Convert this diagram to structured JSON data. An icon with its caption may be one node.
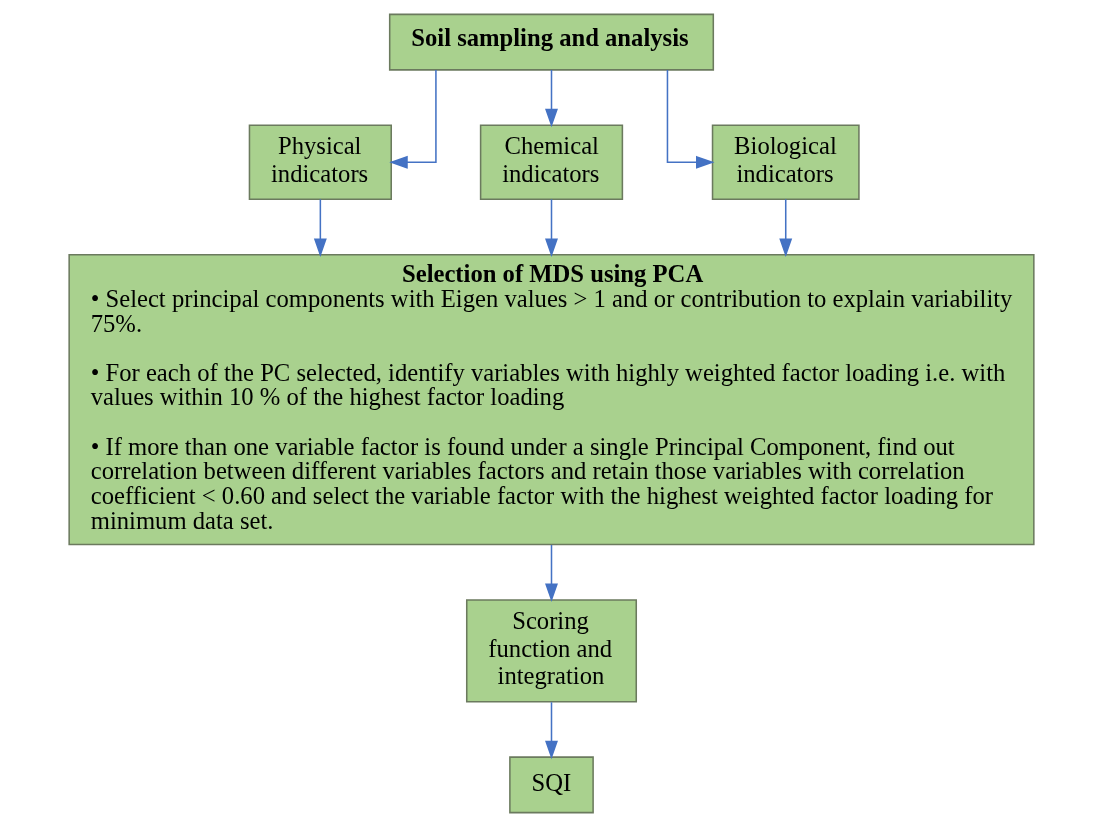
{
  "diagram": {
    "nodes": [
      {
        "text": [
          "Soil sampling and analysis"
        ]
      },
      {
        "text": [
          "Physical indicators"
        ]
      },
      {
        "text": [
          "Chemical indicators"
        ]
      },
      {
        "text": [
          "Biological indicators"
        ]
      },
      {
        "text": [
          "Selection of MDS using PCA",
          "• Select principal components with Eigen values > 1 and or contribution to explain variability 75%.",
          "• For each of the PC selected, identify variables with highly weighted factor loading i.e. with values within 10 % of the highest factor loading",
          "• If more than one variable factor is found under a single Principal Component, find out correlation between different variables factors and retain those variables with correlation coefficient < 0.60 and select the variable factor with the highest weighted factor loading for minimum data set."
        ]
      },
      {
        "text": [
          "Scoring function and integration"
        ]
      },
      {
        "text": [
          "SQI"
        ]
      }
    ],
    "edges": [
      {
        "from": 0,
        "to": 1,
        "arrow": "to"
      },
      {
        "from": 0,
        "to": 2,
        "arrow": "to"
      },
      {
        "from": 0,
        "to": 3,
        "arrow": "to"
      },
      {
        "from": 1,
        "to": 4,
        "arrow": "to"
      },
      {
        "from": 2,
        "to": 4,
        "arrow": "to"
      },
      {
        "from": 3,
        "to": 4,
        "arrow": "to"
      },
      {
        "from": 4,
        "to": 5,
        "arrow": "to"
      },
      {
        "from": 5,
        "to": 6,
        "arrow": "to"
      }
    ]
  }
}
